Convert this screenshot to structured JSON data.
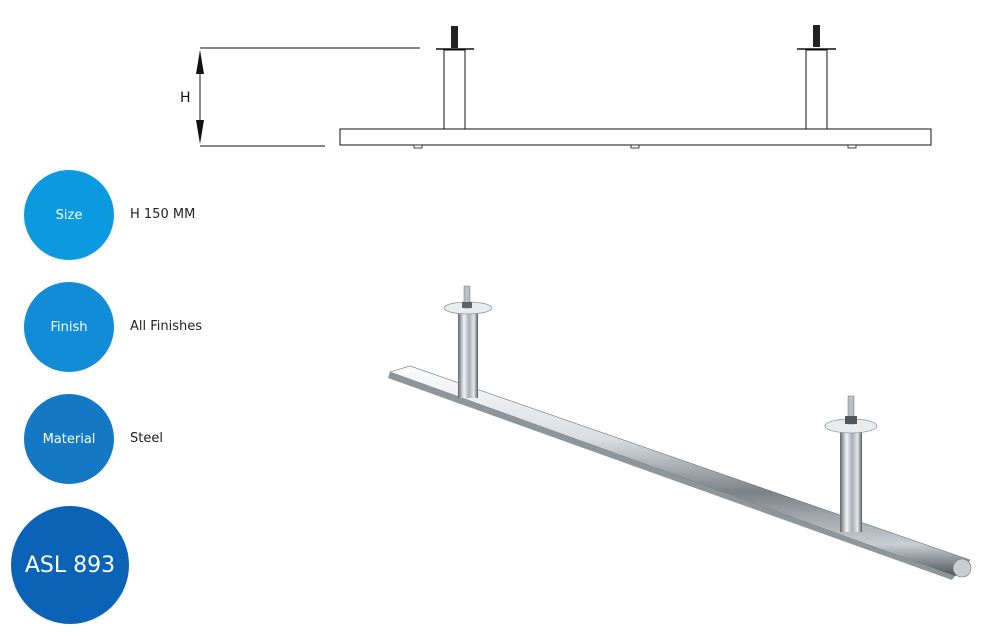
{
  "drawing": {
    "dimension_label": "H"
  },
  "specs": {
    "size": {
      "label": "Size",
      "value": "H 150 MM"
    },
    "finish": {
      "label": "Finish",
      "value": "All Finishes"
    },
    "material": {
      "label": "Material",
      "value": "Steel"
    }
  },
  "model": {
    "code": "ASL 893"
  },
  "colors": {
    "size_circle": "#0b9ae0",
    "finish_circle": "#128cd6",
    "material_circle": "#1479c4",
    "model_circle": "#0a63b6",
    "chrome_light": "#f2f4f6",
    "chrome_dark": "#5a6168"
  }
}
